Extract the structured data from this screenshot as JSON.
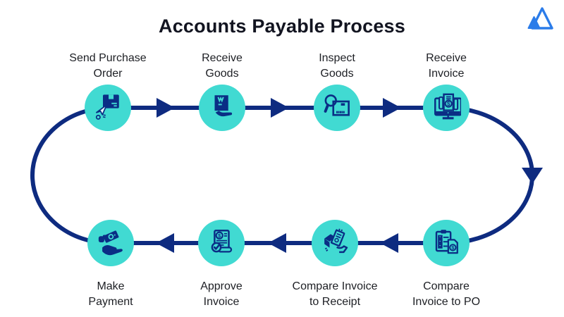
{
  "title": "Accounts Payable Process",
  "logo": {
    "icon": "mountain-logo-icon",
    "color": "#2B7CE9"
  },
  "colors": {
    "background": "#FFFFFF",
    "circle_teal": "#41DAD2",
    "flow_navy": "#0E2B80",
    "icon_navy": "#0A2E85",
    "title_text": "#121420",
    "label_text": "#1D1F24"
  },
  "flow": {
    "type": "closed-loop cycle",
    "top_row_direction": "left-to-right",
    "bottom_row_direction": "right-to-left",
    "right_arc_arrow": "downward",
    "connector_style": "navy lines with solid triangular arrowheads"
  },
  "steps": [
    {
      "order": 1,
      "label": "Send Purchase\nOrder",
      "icon": "package-send-icon",
      "row": "top"
    },
    {
      "order": 2,
      "label": "Receive\nGoods",
      "icon": "box-in-hand-icon",
      "row": "top"
    },
    {
      "order": 3,
      "label": "Inspect\nGoods",
      "icon": "magnifier-box-icon",
      "row": "top"
    },
    {
      "order": 4,
      "label": "Receive\nInvoice",
      "icon": "monitor-invoice-icon",
      "row": "top"
    },
    {
      "order": 5,
      "label": "Compare\nInvoice to PO",
      "icon": "clipboard-check-doc-icon",
      "row": "bottom"
    },
    {
      "order": 6,
      "label": "Compare Invoice\nto Receipt",
      "icon": "receipt-in-hand-icon",
      "row": "bottom"
    },
    {
      "order": 7,
      "label": "Approve\nInvoice",
      "icon": "scroll-approved-icon",
      "row": "bottom"
    },
    {
      "order": 8,
      "label": "Make\nPayment",
      "icon": "hand-payment-icon",
      "row": "bottom"
    }
  ]
}
